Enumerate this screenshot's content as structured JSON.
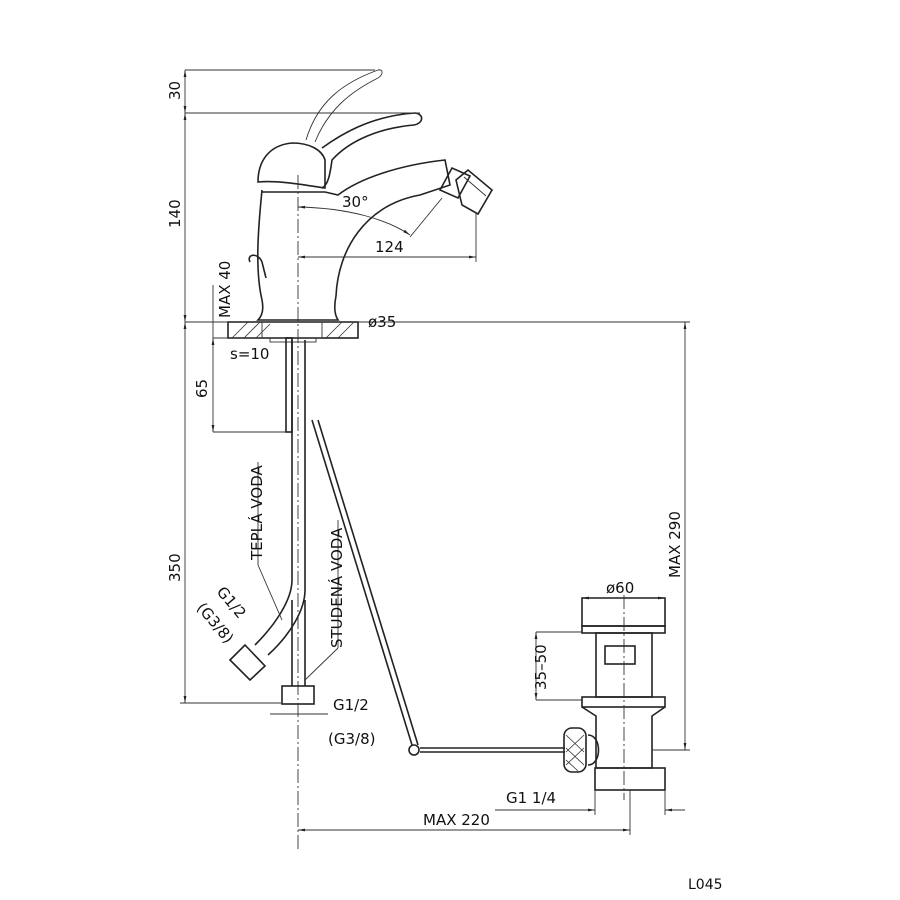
{
  "drawing": {
    "code": "L045",
    "labels": {
      "dim_lever_swing": "30",
      "dim_height": "140",
      "dim_max_thickness": "MAX 40",
      "dim_hole": "ø35",
      "dim_angle": "30°",
      "dim_spout_reach": "124",
      "dim_gasket": "s=10",
      "dim_shank": "65",
      "dim_hose_length": "350",
      "hot_water": "TEPLÁ VODA",
      "cold_water": "STUDENÁ VODA",
      "hot_thread": "G1/2",
      "hot_thread_alt": "(G3/8)",
      "cold_thread": "G1/2",
      "cold_thread_alt": "(G3/8)",
      "dim_waste_diameter": "ø60",
      "dim_waste_range": "35–50",
      "dim_max_depth": "MAX 290",
      "waste_thread": "G1  1/4",
      "dim_max_rod": "MAX 220"
    }
  }
}
